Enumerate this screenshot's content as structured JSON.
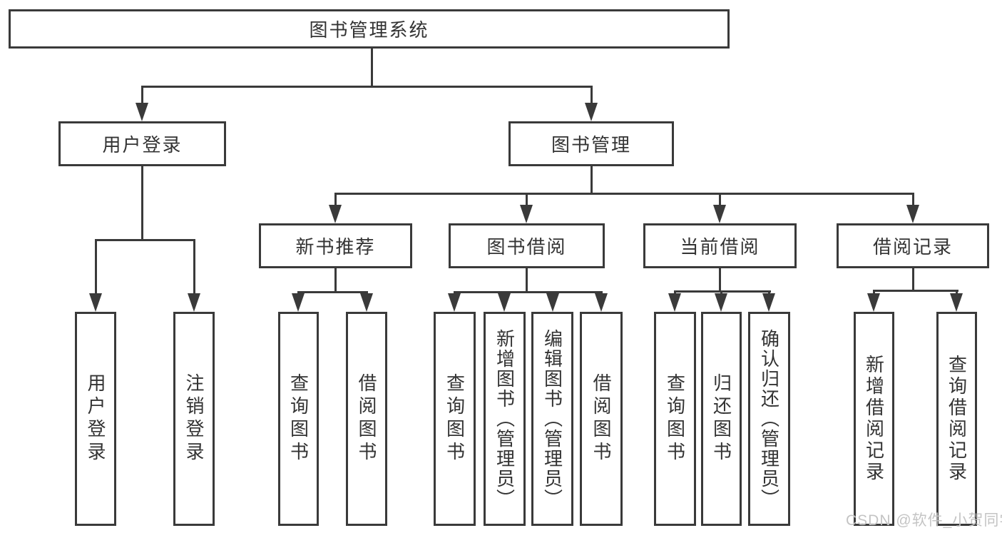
{
  "colors": {
    "line": "#3a3a3a",
    "box_background": "#ffffff",
    "text": "#333333",
    "watermark": "#c4c4c4"
  },
  "watermark": {
    "text": "CSDN @软件_小贺同学"
  },
  "tree": {
    "root": {
      "label": "图书管理系统",
      "children": [
        {
          "label": "用户登录",
          "children": [
            {
              "label": "用户登录"
            },
            {
              "label": "注销登录"
            }
          ]
        },
        {
          "label": "图书管理",
          "children": [
            {
              "label": "新书推荐",
              "children": [
                {
                  "label": "查询图书"
                },
                {
                  "label": "借阅图书"
                }
              ]
            },
            {
              "label": "图书借阅",
              "children": [
                {
                  "label": "查询图书"
                },
                {
                  "label": "新增图书（管理员）"
                },
                {
                  "label": "编辑图书（管理员）"
                },
                {
                  "label": "借阅图书"
                }
              ]
            },
            {
              "label": "当前借阅",
              "children": [
                {
                  "label": "查询图书"
                },
                {
                  "label": "归还图书"
                },
                {
                  "label": "确认归还（管理员）"
                }
              ]
            },
            {
              "label": "借阅记录",
              "children": [
                {
                  "label": "新增借阅记录"
                },
                {
                  "label": "查询借阅记录"
                }
              ]
            }
          ]
        }
      ]
    }
  }
}
